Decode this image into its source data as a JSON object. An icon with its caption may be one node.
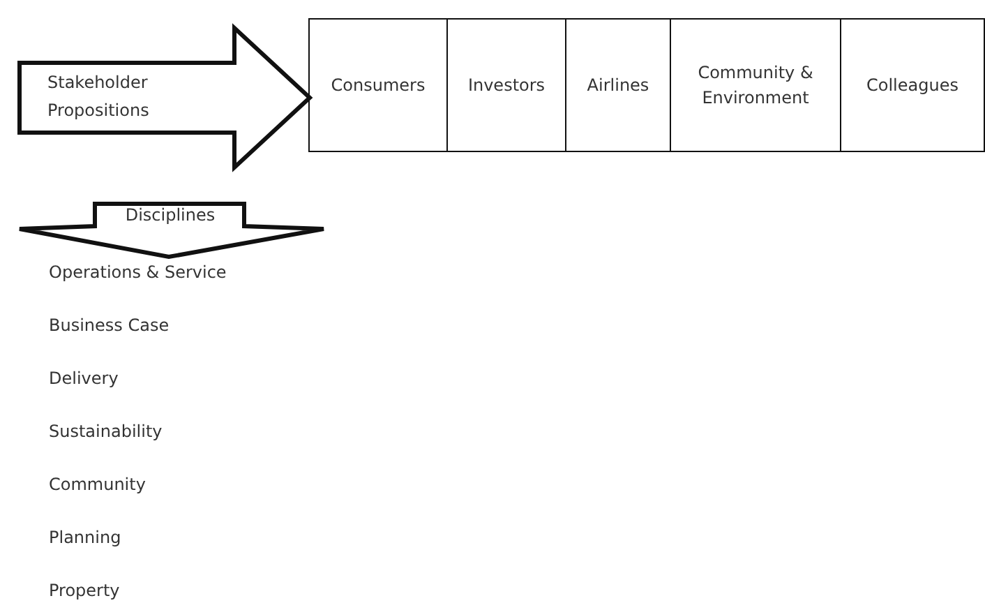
{
  "diagram": {
    "nodes": [
      {
        "text": [
          "Stakeholder Propositions"
        ]
      },
      {
        "text": [
          "Consumers"
        ]
      },
      {
        "text": [
          "Investors"
        ]
      },
      {
        "text": [
          "Airlines"
        ]
      },
      {
        "text": [
          "Community & Environment"
        ]
      },
      {
        "text": [
          "Colleagues"
        ]
      },
      {
        "text": [
          "Disciplines"
        ]
      }
    ],
    "labels": [
      "Operations & Service",
      "Business Case",
      "Delivery",
      "Sustainability",
      "Community",
      "Planning",
      "Property"
    ]
  }
}
